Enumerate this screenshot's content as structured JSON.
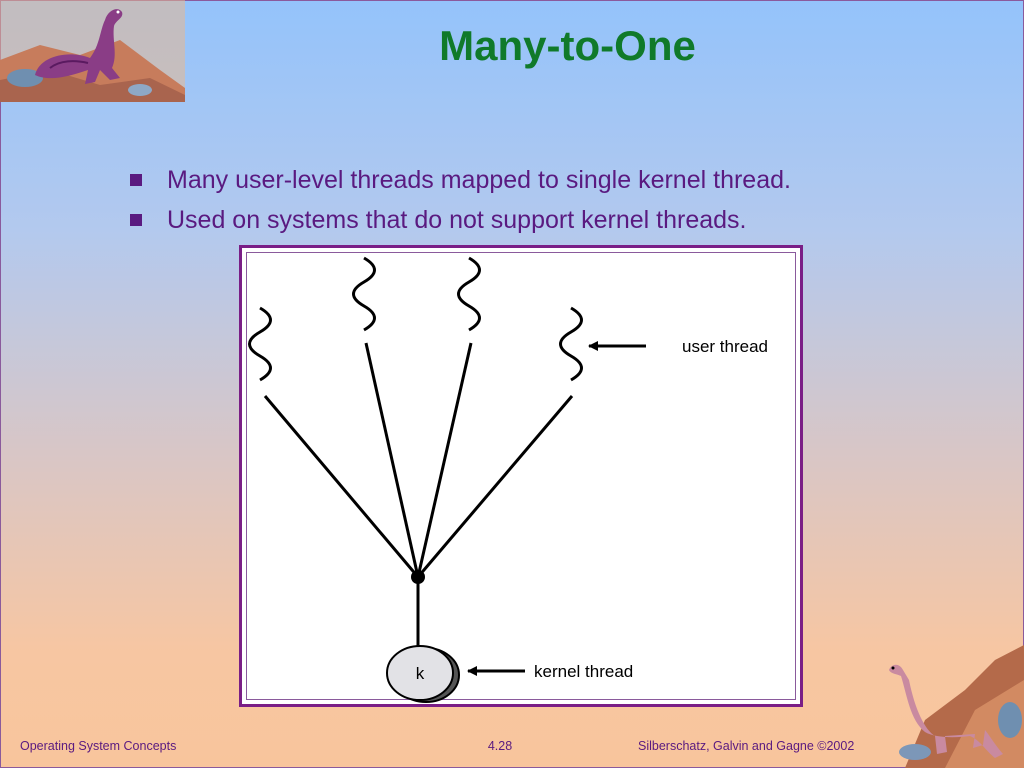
{
  "slide": {
    "title": "Many-to-One",
    "bullets": [
      "Many user-level threads mapped to single kernel thread.",
      "Used on systems that do not support kernel threads."
    ]
  },
  "diagram": {
    "user_thread_label": "user thread",
    "kernel_thread_label": "kernel thread",
    "kernel_node_label": "k"
  },
  "footer": {
    "left": "Operating System Concepts",
    "center": "4.28",
    "right": "Silberschatz, Galvin and  Gagne ©2002"
  },
  "colors": {
    "title": "#107a2a",
    "text": "#5a1a80",
    "frame": "#7a1e86"
  }
}
